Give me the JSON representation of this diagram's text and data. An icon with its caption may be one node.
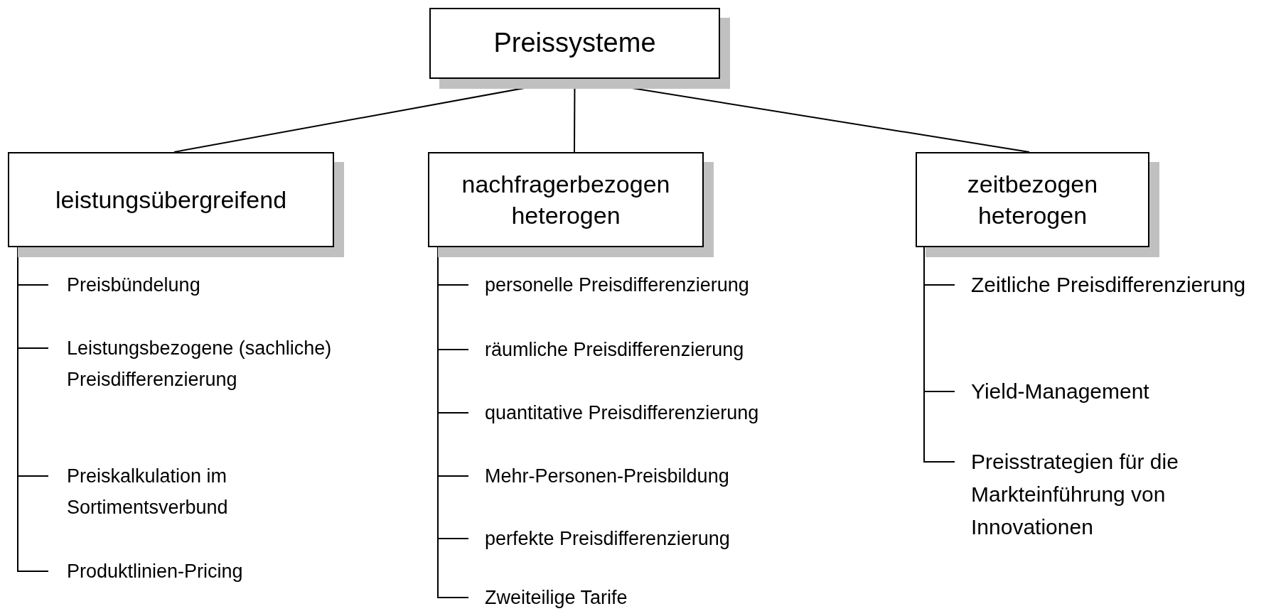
{
  "diagram": {
    "nodes": [
      {
        "text": [
          "Preissysteme"
        ]
      },
      {
        "text": [
          "leistungsübergreifend"
        ]
      },
      {
        "text": [
          "nachfragerbezogen heterogen"
        ]
      },
      {
        "text": [
          "zeitbezogen heterogen"
        ]
      },
      {
        "text": [
          "Preisbündelung"
        ]
      },
      {
        "text": [
          "Leistungsbezogene (sachliche) Preisdifferenzierung"
        ]
      },
      {
        "text": [
          "Preiskalkulation im Sortimentsverbund"
        ]
      },
      {
        "text": [
          "Produktlinien-Pricing"
        ]
      },
      {
        "text": [
          "personelle Preisdifferenzierung"
        ]
      },
      {
        "text": [
          "räumliche Preisdifferenzierung"
        ]
      },
      {
        "text": [
          "quantitative Preisdifferenzierung"
        ]
      },
      {
        "text": [
          "Mehr-Personen-Preisbildung"
        ]
      },
      {
        "text": [
          "perfekte Preisdifferenzierung"
        ]
      },
      {
        "text": [
          "Zweiteilige Tarife"
        ]
      },
      {
        "text": [
          "Zeitliche Preisdifferenzierung"
        ]
      },
      {
        "text": [
          "Yield-Management"
        ]
      },
      {
        "text": [
          "Preisstrategien für die Markteinführung von Innovationen"
        ]
      }
    ],
    "edges": [
      {
        "from": 0,
        "to": 1,
        "arrow": "none"
      },
      {
        "from": 0,
        "to": 2,
        "arrow": "none"
      },
      {
        "from": 0,
        "to": 3,
        "arrow": "none"
      },
      {
        "from": 1,
        "to": 4,
        "arrow": "none"
      },
      {
        "from": 1,
        "to": 5,
        "arrow": "none"
      },
      {
        "from": 1,
        "to": 6,
        "arrow": "none"
      },
      {
        "from": 1,
        "to": 7,
        "arrow": "none"
      },
      {
        "from": 2,
        "to": 8,
        "arrow": "none"
      },
      {
        "from": 2,
        "to": 9,
        "arrow": "none"
      },
      {
        "from": 2,
        "to": 10,
        "arrow": "none"
      },
      {
        "from": 2,
        "to": 11,
        "arrow": "none"
      },
      {
        "from": 2,
        "to": 12,
        "arrow": "none"
      },
      {
        "from": 2,
        "to": 13,
        "arrow": "none"
      },
      {
        "from": 3,
        "to": 14,
        "arrow": "none"
      },
      {
        "from": 3,
        "to": 15,
        "arrow": "none"
      },
      {
        "from": 3,
        "to": 16,
        "arrow": "none"
      }
    ]
  }
}
